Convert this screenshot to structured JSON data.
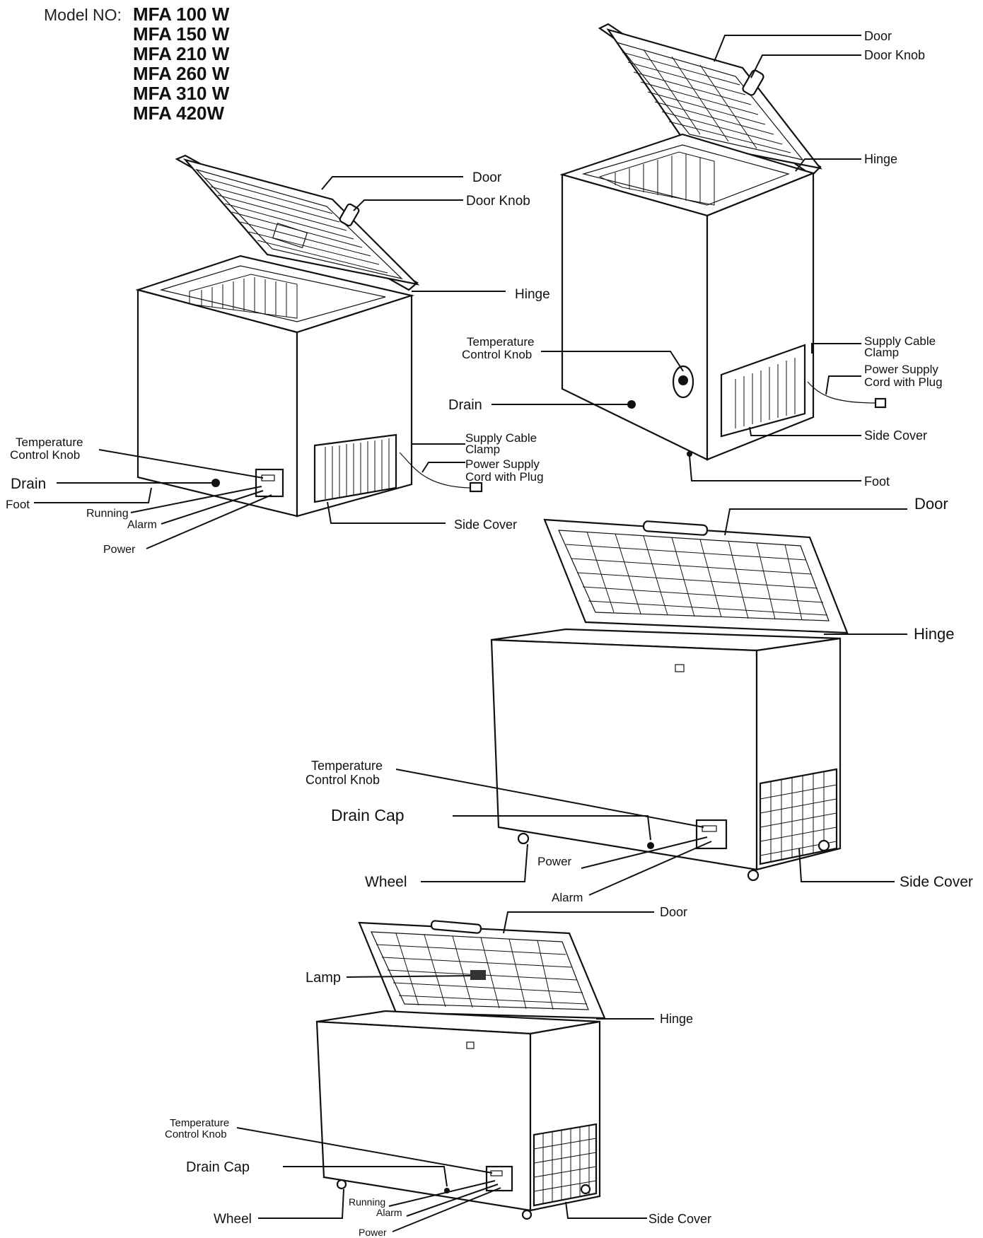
{
  "model": {
    "prefix": "Model NO:",
    "numbers": [
      "MFA 100 W",
      "MFA 150 W",
      "MFA 210 W",
      "MFA 260 W",
      "MFA 310 W",
      "MFA 420W"
    ]
  },
  "freezer1": {
    "door": "Door",
    "door_knob": "Door Knob",
    "hinge": "Hinge",
    "temp_knob_1": "Temperature",
    "temp_knob_2": "Control Knob",
    "drain": "Drain",
    "foot": "Foot",
    "running": "Running",
    "alarm": "Alarm",
    "power": "Power",
    "cable_clamp_1": "Supply Cable",
    "cable_clamp_2": "Clamp",
    "cord_1": "Power Supply",
    "cord_2": "Cord with Plug",
    "side_cover": "Side Cover"
  },
  "freezer2": {
    "door": "Door",
    "door_knob": "Door Knob",
    "hinge": "Hinge",
    "temp_knob_1": "Temperature",
    "temp_knob_2": "Control Knob",
    "drain": "Drain",
    "cable_clamp_1": "Supply Cable",
    "cable_clamp_2": "Clamp",
    "cord_1": "Power Supply",
    "cord_2": "Cord with Plug",
    "side_cover": "Side Cover",
    "foot": "Foot"
  },
  "freezer3": {
    "door": "Door",
    "hinge": "Hinge",
    "temp_knob_1": "Temperature",
    "temp_knob_2": "Control Knob",
    "drain_cap": "Drain Cap",
    "power": "Power",
    "wheel": "Wheel",
    "alarm": "Alarm",
    "side_cover": "Side Cover"
  },
  "freezer4": {
    "door": "Door",
    "lamp": "Lamp",
    "hinge": "Hinge",
    "temp_knob_1": "Temperature",
    "temp_knob_2": "Control Knob",
    "drain_cap": "Drain Cap",
    "running": "Running",
    "alarm": "Alarm",
    "wheel": "Wheel",
    "power": "Power",
    "side_cover": "Side Cover"
  }
}
